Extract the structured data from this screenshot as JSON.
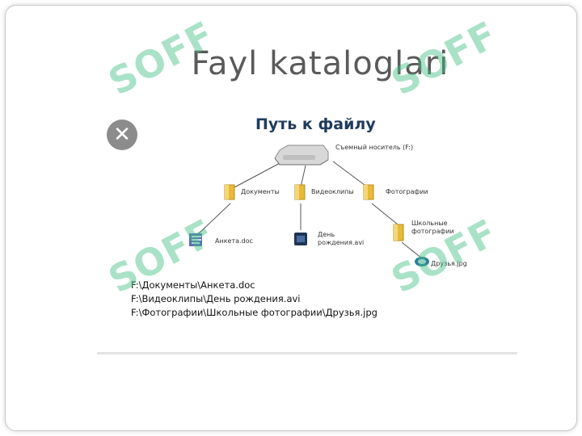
{
  "slide": {
    "title": "Fayl kataloglari"
  },
  "diagram": {
    "title": "Путь к файлу",
    "root_label": "Съемный носитель (F:)",
    "folders": {
      "documents": "Документы",
      "videos": "Видеоклипы",
      "photos": "Фотографии",
      "school_photos": "Школьные фотографии"
    },
    "files": {
      "doc": "Анкета.doc",
      "video": "День рождения.avi",
      "photo": "Друзья.jpg"
    }
  },
  "paths": [
    "F:\\Документы\\Анкета.doc",
    "F:\\Видеоклипы\\День рождения.avi",
    "F:\\Фотографии\\Школьные фотографии\\Друзья.jpg"
  ],
  "watermark": {
    "text": "SOFF",
    "color": "#40be82"
  },
  "colors": {
    "title": "#5a5a5a",
    "diagram_title": "#1f3b5c",
    "folder": "#e8b93a"
  },
  "icons": [
    "close-icon",
    "drive-icon",
    "folder-icon",
    "document-icon",
    "video-icon",
    "image-icon"
  ]
}
